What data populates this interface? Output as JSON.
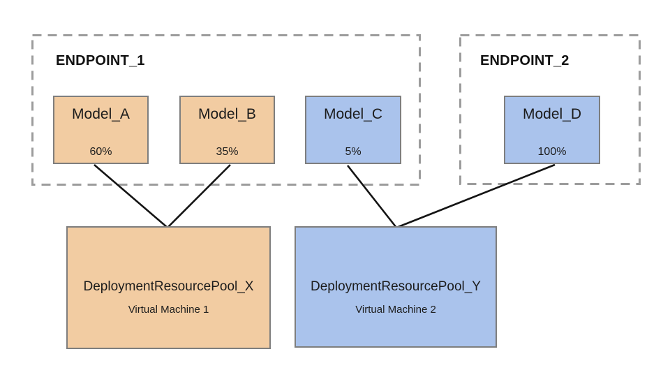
{
  "colors": {
    "model_pool_orange": "#f2cca2",
    "model_pool_blue": "#aac3ec",
    "box_border": "#7e7e7e",
    "endpoint_dashed_border": "#9c9c9c",
    "connector_line": "#141414",
    "text": "#1c1c1c",
    "background": "#ffffff"
  },
  "endpoints": [
    {
      "label": "ENDPOINT_1",
      "models": [
        {
          "name": "Model_A",
          "traffic": "60%",
          "color": "#f2cca2"
        },
        {
          "name": "Model_B",
          "traffic": "35%",
          "color": "#f2cca2"
        },
        {
          "name": "Model_C",
          "traffic": "5%",
          "color": "#aac3ec"
        }
      ]
    },
    {
      "label": "ENDPOINT_2",
      "models": [
        {
          "name": "Model_D",
          "traffic": "100%",
          "color": "#aac3ec"
        }
      ]
    }
  ],
  "pools": [
    {
      "name": "DeploymentResourcePool_X",
      "machine": "Virtual Machine 1",
      "color": "#f2cca2"
    },
    {
      "name": "DeploymentResourcePool_Y",
      "machine": "Virtual Machine 2",
      "color": "#aac3ec"
    }
  ],
  "connections": [
    {
      "from": "Model_A",
      "to": "DeploymentResourcePool_X"
    },
    {
      "from": "Model_B",
      "to": "DeploymentResourcePool_X"
    },
    {
      "from": "Model_C",
      "to": "DeploymentResourcePool_Y"
    },
    {
      "from": "Model_D",
      "to": "DeploymentResourcePool_Y"
    }
  ]
}
